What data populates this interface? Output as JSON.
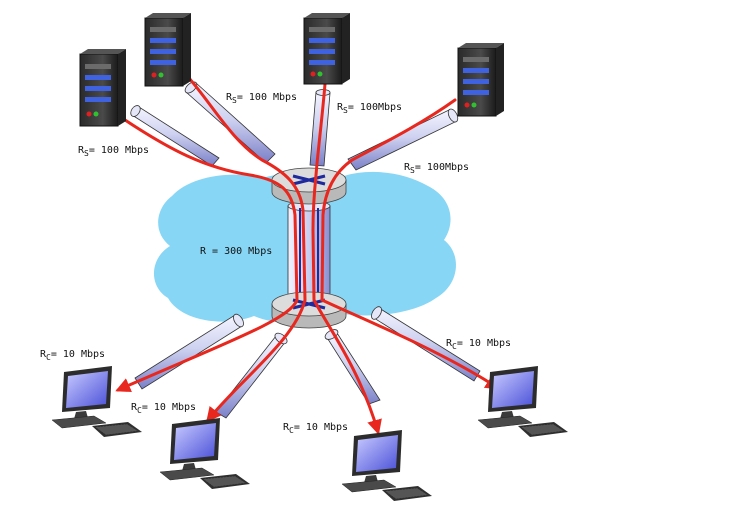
{
  "links": {
    "server_rate_1": {
      "symbol": "R",
      "sub": "S",
      "text": "= 100 Mbps"
    },
    "server_rate_2": {
      "symbol": "R",
      "sub": "S",
      "text": "= 100Mbps"
    },
    "server_rate_3": {
      "symbol": "R",
      "sub": "S",
      "text": "= 100Mbps"
    },
    "server_rate_4": {
      "symbol": "R",
      "sub": "S",
      "text": "= 100 Mbps"
    },
    "backbone_rate": {
      "text": "R = 300 Mbps"
    },
    "client_rate_1": {
      "symbol": "R",
      "sub": "C",
      "text": "= 10 Mbps"
    },
    "client_rate_2": {
      "symbol": "R",
      "sub": "C",
      "text": "= 10 Mbps"
    },
    "client_rate_3": {
      "symbol": "R",
      "sub": "C",
      "text": "= 10 Mbps"
    },
    "client_rate_4": {
      "symbol": "R",
      "sub": "C",
      "text": "= 10 Mbps"
    }
  },
  "icons": {
    "servers": [
      "server-icon",
      "server-icon",
      "server-icon",
      "server-icon"
    ],
    "clients": [
      "computer-icon",
      "computer-icon",
      "computer-icon",
      "computer-icon"
    ],
    "routers": [
      "router-icon",
      "router-icon"
    ],
    "network": "network-cloud"
  },
  "colors": {
    "cloud": "#87d6f5",
    "flow": "#e8281e",
    "pipe_light": "#d7d9f2",
    "pipe_dark": "#1f2a9c",
    "router_top": "#d9d9d9",
    "server_body": "#3a3a3a"
  }
}
